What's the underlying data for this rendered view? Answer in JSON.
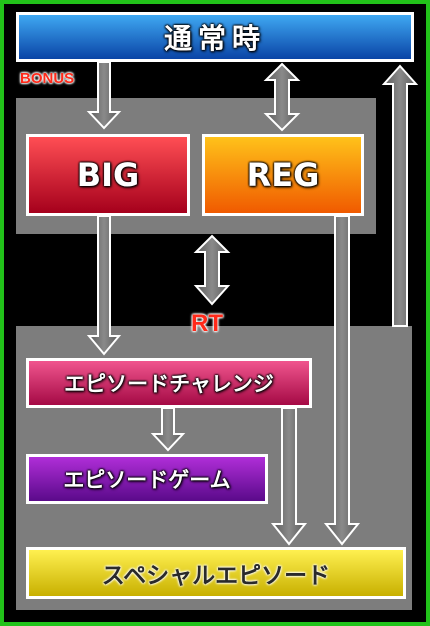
{
  "normal_label": "通常時",
  "bonus_label": "BONUS",
  "big_label": "BIG",
  "reg_label": "REG",
  "rt_label": "RT",
  "episode_challenge_label": "エピソードチャレンジ",
  "episode_game_label": "エピソードゲーム",
  "special_episode_label": "スペシャルエピソード",
  "colors": {
    "normal_top": "#3fa8f2",
    "normal_bottom": "#0a44a6",
    "big_top": "#ff4e54",
    "big_bottom": "#a5001c",
    "reg_top": "#ffc21a",
    "reg_bottom": "#f05a00",
    "challenge_top": "#f0558e",
    "challenge_bottom": "#a50a45",
    "game_top": "#b02ed8",
    "game_bottom": "#5a0a8a",
    "special_top": "#fff050",
    "special_bottom": "#c8b000",
    "panel": "#7d7d7d",
    "border": "#22c21a",
    "accent_red": "#ff2a1a"
  }
}
